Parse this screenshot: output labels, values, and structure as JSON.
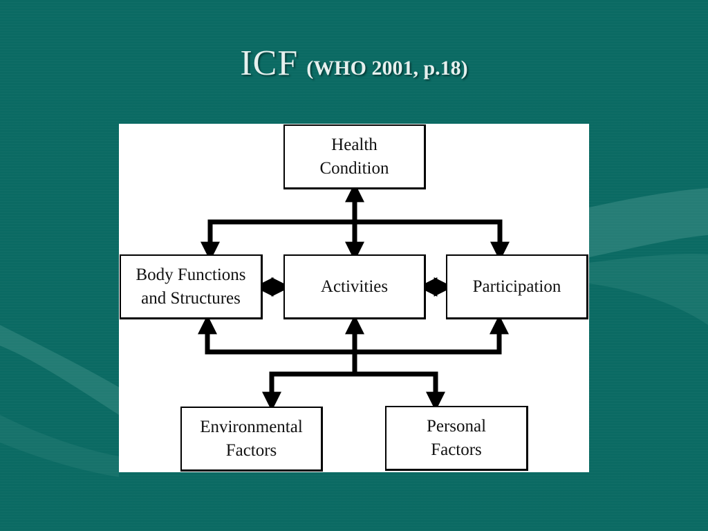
{
  "slide": {
    "title": "ICF",
    "subtitle": "(WHO 2001, p.18)",
    "background_color": "#0b6a63"
  },
  "diagram": {
    "nodes": {
      "health_condition": [
        "Health",
        "Condition"
      ],
      "body_functions": [
        "Body Functions",
        "and Structures"
      ],
      "activities": [
        "Activities"
      ],
      "participation": [
        "Participation"
      ],
      "environmental": [
        "Environmental",
        "Factors"
      ],
      "personal": [
        "Personal",
        "Factors"
      ]
    },
    "edges": [
      {
        "from": "health_condition",
        "to": "activities",
        "type": "bidirectional"
      },
      {
        "from": "health_condition",
        "to": "body_functions",
        "type": "bidirectional"
      },
      {
        "from": "health_condition",
        "to": "participation",
        "type": "bidirectional"
      },
      {
        "from": "body_functions",
        "to": "activities",
        "type": "bidirectional"
      },
      {
        "from": "activities",
        "to": "participation",
        "type": "bidirectional"
      },
      {
        "from": "environmental",
        "to": "body_functions",
        "type": "bidirectional"
      },
      {
        "from": "environmental",
        "to": "activities",
        "type": "bidirectional"
      },
      {
        "from": "environmental",
        "to": "participation",
        "type": "bidirectional"
      },
      {
        "from": "personal",
        "to": "body_functions",
        "type": "bidirectional"
      },
      {
        "from": "personal",
        "to": "activities",
        "type": "bidirectional"
      },
      {
        "from": "personal",
        "to": "participation",
        "type": "bidirectional"
      }
    ]
  }
}
